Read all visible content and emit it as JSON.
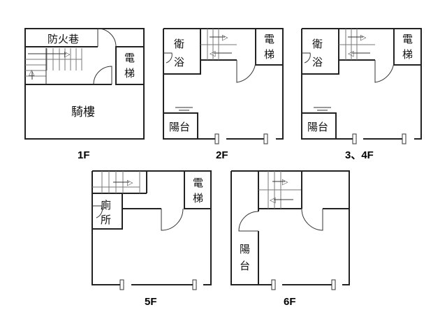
{
  "title": "Building floor plans",
  "floors": [
    {
      "label": "1F",
      "rooms": {
        "alley": "防火巷",
        "elevator_1": "電",
        "elevator_2": "梯",
        "arcade": "騎樓"
      }
    },
    {
      "label": "2F",
      "rooms": {
        "bath_1": "衛",
        "bath_2": "浴",
        "elevator_1": "電",
        "elevator_2": "梯",
        "balcony": "陽台"
      }
    },
    {
      "label": "3、4F",
      "rooms": {
        "bath_1": "衛",
        "bath_2": "浴",
        "elevator_1": "電",
        "elevator_2": "梯",
        "balcony": "陽台"
      }
    },
    {
      "label": "5F",
      "rooms": {
        "toilet_1": "廁",
        "toilet_2": "所",
        "elevator_1": "電",
        "elevator_2": "梯"
      }
    },
    {
      "label": "6F",
      "rooms": {
        "balcony_1": "陽",
        "balcony_2": "台"
      }
    }
  ],
  "icons": {
    "stair_arrow_right": "▷",
    "stair_arrow_left": "◁",
    "stair_arrow_up": "△"
  }
}
